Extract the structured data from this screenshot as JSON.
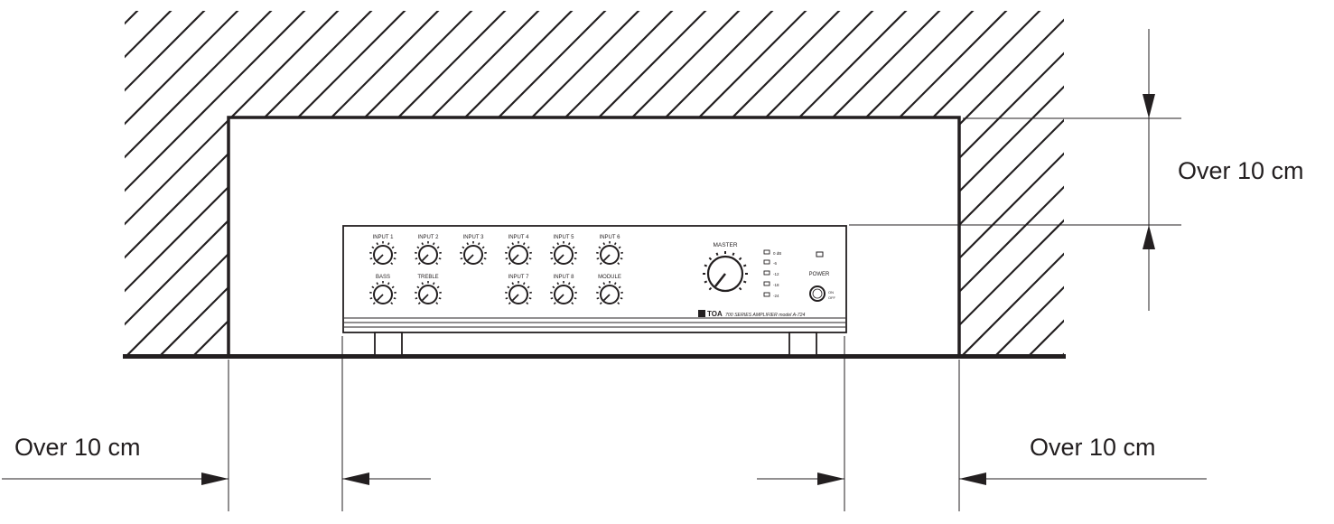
{
  "dimensions": {
    "top_clearance": "Over 10 cm",
    "left_clearance": "Over 10 cm",
    "right_clearance": "Over 10 cm"
  },
  "amplifier": {
    "top_knobs": [
      "INPUT 1",
      "INPUT 2",
      "INPUT 3",
      "INPUT 4",
      "INPUT 5",
      "INPUT 6"
    ],
    "bottom_knobs": [
      "BASS",
      "TREBLE",
      "INPUT 7",
      "INPUT 8",
      "MODULE"
    ],
    "master_label": "MASTER",
    "meter_labels": [
      "0 dB",
      "-6",
      "-12",
      "-18",
      "-24"
    ],
    "power_label": "POWER",
    "power_on": "ON",
    "power_off": "OFF",
    "brand": "TOA",
    "model_text": "700 SERIES AMPLIFIER  model  A-724"
  },
  "colors": {
    "ink": "#231f20",
    "background": "#ffffff"
  }
}
